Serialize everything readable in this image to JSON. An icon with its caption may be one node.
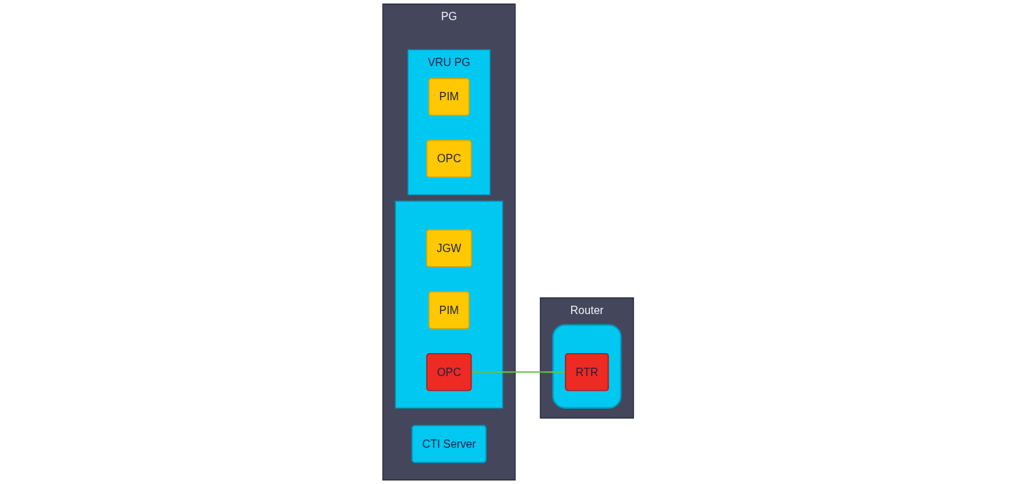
{
  "diagram": {
    "nodes": [
      {
        "text": [
          "PG"
        ]
      },
      {
        "text": [
          "CTI Server"
        ],
        "in": 0
      },
      {
        "text": [],
        "shape": "bar",
        "in": 0
      },
      {
        "text": [
          "JGW"
        ],
        "in": 2
      },
      {
        "text": [
          "PIM"
        ],
        "in": 2
      },
      {
        "text": [
          "OPC"
        ],
        "in": 2
      },
      {
        "text": [
          "VRU PG"
        ],
        "in": 0
      },
      {
        "text": [
          "PIM"
        ],
        "in": 6
      },
      {
        "text": [
          "OPC"
        ],
        "in": 6
      },
      {
        "text": [
          "Router"
        ]
      },
      {
        "text": [],
        "shape": "box",
        "in": 9
      },
      {
        "text": [
          "RTR"
        ],
        "in": 10
      }
    ],
    "edges": [
      {
        "from": 11,
        "to": 5,
        "arrow": "to",
        "color": "#6abf4b"
      }
    ]
  }
}
